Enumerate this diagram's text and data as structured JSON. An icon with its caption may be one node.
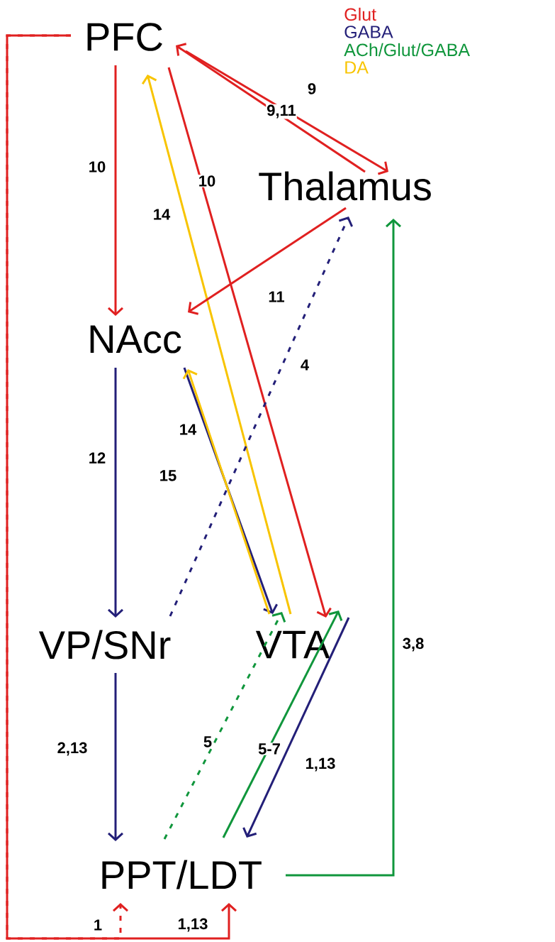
{
  "diagram": {
    "nodes": [
      {
        "text": [
          "PFC"
        ]
      },
      {
        "text": [
          "Thalamus"
        ]
      },
      {
        "text": [
          "NAcc"
        ]
      },
      {
        "text": [
          "VP/SNr"
        ]
      },
      {
        "text": [
          "VTA"
        ]
      },
      {
        "text": [
          "PPT/LDT"
        ]
      }
    ],
    "edges": [
      {
        "from": 0,
        "to": 2,
        "arrow": "to",
        "label": "10",
        "color": "#e02020"
      },
      {
        "from": 0,
        "to": 4,
        "arrow": "to",
        "label": "10",
        "color": "#e02020"
      },
      {
        "from": 4,
        "to": 0,
        "arrow": "to",
        "label": "14",
        "color": "#f8c400"
      },
      {
        "from": 0,
        "to": 1,
        "arrow": "to",
        "label": "9",
        "color": "#e02020"
      },
      {
        "from": 1,
        "to": 0,
        "arrow": "to",
        "label": "9,11",
        "color": "#e02020"
      },
      {
        "from": 1,
        "to": 2,
        "arrow": "to",
        "label": "11",
        "color": "#e02020"
      },
      {
        "from": 3,
        "to": 1,
        "arrow": "to",
        "label": "4",
        "style": "dashed",
        "color": "#231f78"
      },
      {
        "from": 2,
        "to": 3,
        "arrow": "to",
        "label": "12",
        "color": "#231f78"
      },
      {
        "from": 2,
        "to": 4,
        "arrow": "to",
        "label": "15",
        "color": "#231f78"
      },
      {
        "from": 4,
        "to": 2,
        "arrow": "to",
        "label": "14",
        "color": "#f8c400"
      },
      {
        "from": 3,
        "to": 5,
        "arrow": "to",
        "label": "2,13",
        "color": "#231f78"
      },
      {
        "from": 5,
        "to": 4,
        "arrow": "to",
        "label": "5",
        "style": "dashed",
        "color": "#10963c"
      },
      {
        "from": 5,
        "to": 4,
        "arrow": "to",
        "label": "5-7",
        "color": "#10963c"
      },
      {
        "from": 4,
        "to": 5,
        "arrow": "to",
        "label": "1,13",
        "color": "#231f78"
      },
      {
        "from": 5,
        "to": 1,
        "arrow": "to",
        "label": "3,8",
        "color": "#10963c"
      },
      {
        "from": 0,
        "to": 5,
        "arrow": "to",
        "label": "1",
        "style": "dashed",
        "color": "#e02020"
      },
      {
        "from": 0,
        "to": 5,
        "arrow": "to",
        "label": "1,13",
        "color": "#e02020"
      }
    ],
    "legend": [
      {
        "text": "Glut",
        "color": "#e02020"
      },
      {
        "text": "GABA",
        "color": "#231f78"
      },
      {
        "text": "ACh/Glut/GABA",
        "color": "#10963c"
      },
      {
        "text": "DA",
        "color": "#f8c400"
      }
    ]
  }
}
